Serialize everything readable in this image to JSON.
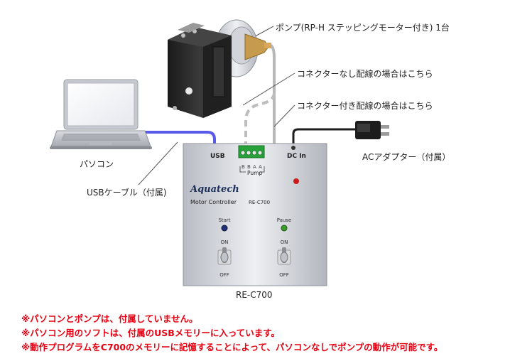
{
  "labels": {
    "pump": "ポンプ(RP-H ステッピングモーター付き) 1台",
    "no_connector": "コネクターなし配線の場合はこちら",
    "with_connector": "コネクター付き配線の場合はこちら",
    "pc": "パソコン",
    "usb_cable": "USBケーブル（付属)",
    "ac_adapter": "ACアダプター（付属）",
    "controller_model": "RE-C700"
  },
  "controller": {
    "usb": "USB",
    "dc_in": "DC In",
    "pins": "B B A A",
    "pump": "Pump",
    "brand": "Aquatech",
    "motor_controller": "Motor Controller",
    "model": "RE-C700",
    "start": "Start",
    "pause": "Pause",
    "on_left": "ON",
    "on_right": "ON",
    "off_left": "OFF",
    "off_right": "OFF"
  },
  "notes": [
    "※パソコンとポンプは、付属していません。",
    "※パソコン用のソフトは、付属のUSBメモリーに入っています。",
    "※動作プログラムをC700のメモリーに記憶することによって、パソコンなしでポンプの動作が可能です。"
  ],
  "colors": {
    "usb_cable": "#5a5ae8",
    "note_text": "#e60012",
    "terminal_block": "#27a23a",
    "start_led": "#1f2f7a",
    "pause_led": "#3a9a2a",
    "power_led": "#cc1a1a"
  }
}
